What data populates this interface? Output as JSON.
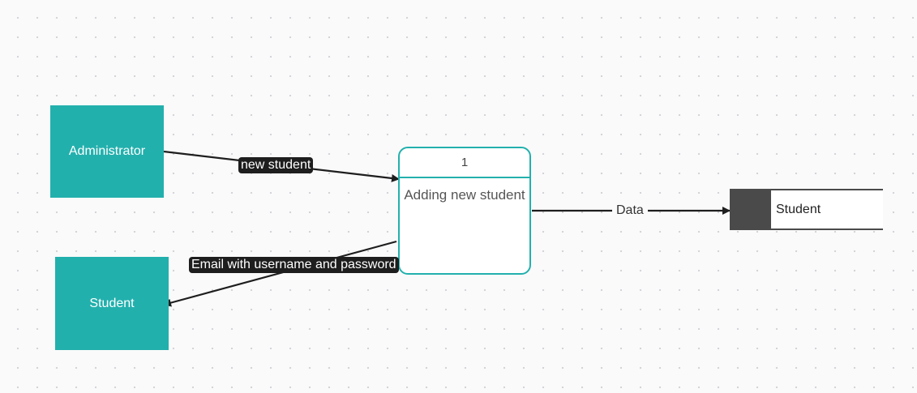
{
  "diagram": {
    "entities": {
      "administrator": "Administrator",
      "student": "Student"
    },
    "process": {
      "id": "1",
      "name": "Adding new student"
    },
    "data_store": {
      "name": "Student"
    },
    "flows": {
      "new_student": "new student",
      "email": "Email with username and password",
      "data": "Data"
    }
  }
}
